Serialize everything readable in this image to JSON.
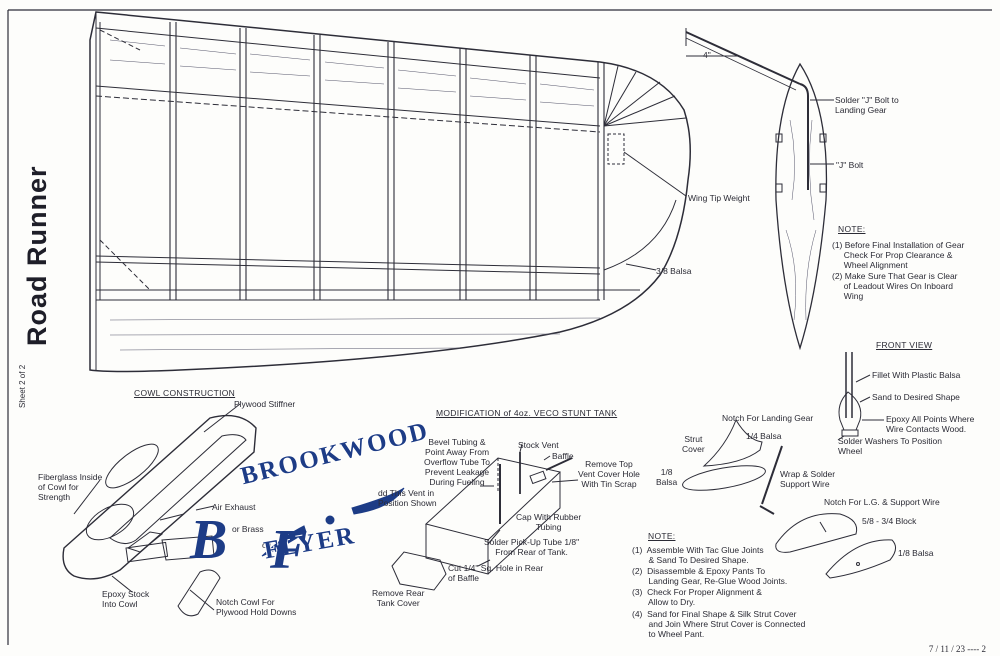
{
  "title": "Road Runner",
  "sheet": "Sheet 2 of 2",
  "footer": "7 / 11 / 23 ---- 2",
  "colors": {
    "ink": "#2b2b35",
    "logo": "#1d3c86",
    "paper": "#fdfdfb"
  },
  "wing": {
    "dimension": "4\"",
    "wing_tip_weight": "Wing Tip Weight",
    "balsa": "3/8 Balsa"
  },
  "gear": {
    "solder_j_bolt": "Solder \"J\" Bolt to\nLanding Gear",
    "j_bolt": "\"J\" Bolt"
  },
  "note_top": {
    "heading": "NOTE:",
    "items": [
      "(1) Before Final Installation of Gear\n     Check For Prop Clearance &\n     Wheel Alignment",
      "(2) Make Sure That Gear is Clear\n     of Leadout Wires On Inboard\n     Wing"
    ]
  },
  "front_view": {
    "heading": "FRONT VIEW",
    "fillet": "Fillet With Plastic Balsa",
    "sand": "Sand to Desired Shape",
    "epoxy": "Epoxy All Points Where\nWire Contacts Wood.",
    "solder_washers": "Solder Washers To Position\nWheel"
  },
  "cowl": {
    "heading": "COWL CONSTRUCTION",
    "plywood_stiffner": "Plywood Stiffner",
    "fiberglass": "Fiberglass Inside\nof Cowl for\nStrength",
    "air_exhaust": "Air Exhaust",
    "epoxy_stock": "Epoxy Stock\nInto Cowl",
    "notch_cowl": "Notch Cowl For\nPlywood Hold Downs",
    "hidden_left": "T",
    "hidden_mid1": "or Brass",
    "hidden_mid2": "od"
  },
  "tank": {
    "heading": "MODIFICATION of 4oz. VECO STUNT TANK",
    "bevel": "Bevel Tubing &\nPoint Away From\nOverflow Tube To\nPrevent Leakage\nDuring Fueling",
    "stock_vent": "Stock Vent",
    "baffle": "Baffle",
    "remove_top": "Remove Top\nVent Cover Hole\nWith Tin Scrap",
    "add_vent": "dd This Vent in\nPosition Shown",
    "cap": "Cap With Rubber\nTubing",
    "solder_pickup": "Solder Pick-Up Tube 1/8\"\nFrom Rear of Tank.",
    "cut": "Cut 1/4\" Sq. Hole in Rear\nof Baffle",
    "remove_rear": "Remove Rear\nTank Cover"
  },
  "pant": {
    "notch_landing": "Notch For Landing Gear",
    "strut_cover": "Strut\nCover",
    "quarter_balsa": "1/4 Balsa",
    "eighth_balsa_left": "1/8\nBalsa",
    "wrap_solder": "Wrap & Solder\nSupport Wire",
    "notch_lg": "Notch For L.G. & Support Wire",
    "block": "5/8 - 3/4 Block",
    "eighth_balsa_right": "1/8 Balsa"
  },
  "note_bottom": {
    "heading": "NOTE:",
    "items": [
      "(1)  Assemble With Tac Glue Joints\n       & Sand To Desired Shape.",
      "(2)  Disassemble & Epoxy Pants To\n       Landing Gear, Re-Glue Wood Joints.",
      "(3)  Check For Proper Alignment &\n       Allow to Dry.",
      "(4)  Sand for Final Shape & Silk Strut Cover\n       and Join Where Strut Cover is Connected\n       to Wheel Pant."
    ]
  },
  "logo": {
    "line1": "BROOKWOOD",
    "line2": "FLYER",
    "initial1": "B",
    "initial2": "F"
  }
}
